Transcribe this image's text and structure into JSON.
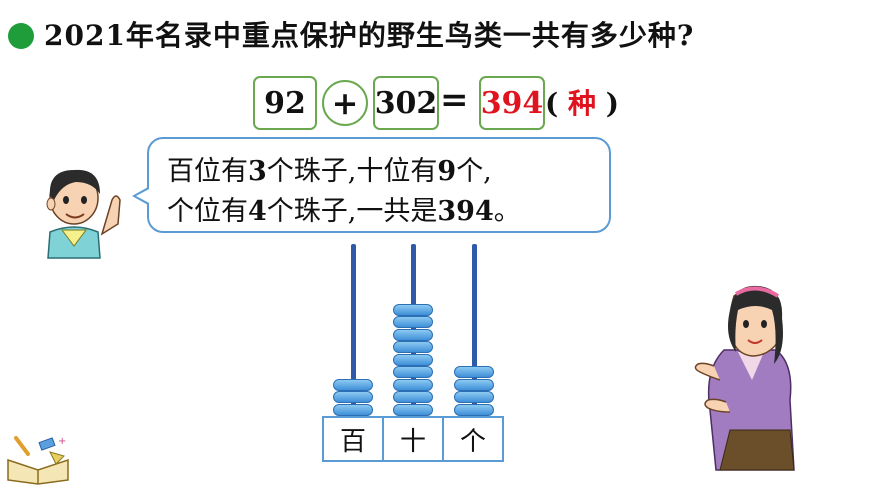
{
  "question": "2021年名录中重点保护的野生鸟类一共有多少种?",
  "equation": {
    "addend1": "92",
    "operator": "+",
    "addend2": "302",
    "equals": "=",
    "result": "394",
    "unit_open": "(",
    "unit": "种",
    "unit_close": ")"
  },
  "speech": {
    "line1_parts": [
      "百位有",
      "3",
      "个珠子,十位有",
      "9",
      "个,"
    ],
    "line2_parts": [
      "个位有",
      "4",
      "个珠子,一共是",
      "394",
      "。"
    ]
  },
  "abacus": {
    "labels": [
      "百",
      "十",
      "个"
    ],
    "bead_counts": [
      3,
      9,
      4
    ]
  },
  "colors": {
    "accent_green": "#1f9d3a",
    "box_border": "#6aa84f",
    "result_red": "#e0141e",
    "bead_blue": "#3f8fd9",
    "outline_blue": "#5b9bd5"
  },
  "icons": [
    "green-bullet-icon",
    "boy-figure",
    "teacher-figure",
    "book-icon"
  ]
}
